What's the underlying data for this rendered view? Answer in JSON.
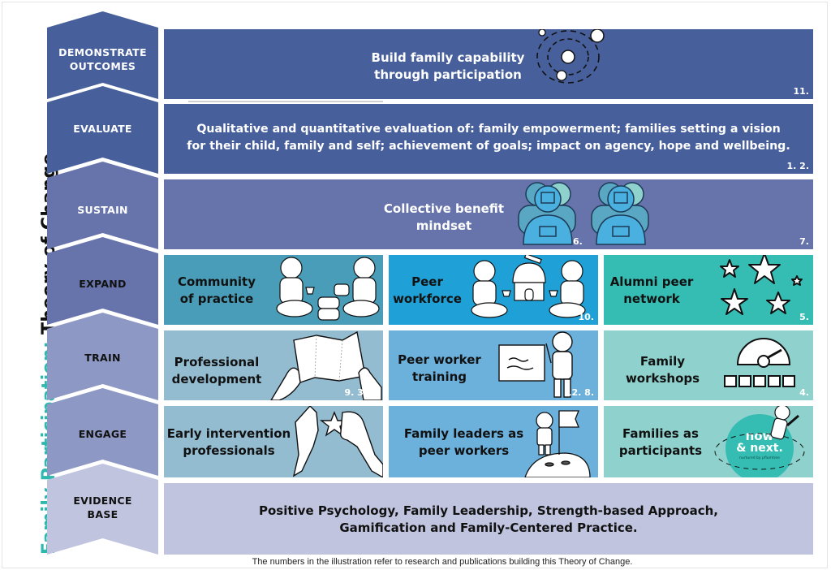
{
  "vertical_title": {
    "part1": "Family Participation:",
    "part2": "Theory of Change"
  },
  "colors": {
    "title_accent": "#2fb8ad",
    "dark_navy": "#475f9b",
    "mid_purple": "#6674ab",
    "light_purple": "#8d98c4",
    "pale_purple": "#c0c4df",
    "teal_dark": "#4a9db8",
    "bright_blue": "#1fa0d6",
    "teal_green": "#35bdb3",
    "steel_blue": "#94bcd1",
    "sky_blue": "#6cb0dc",
    "mint": "#8fd2cd"
  },
  "stages": [
    {
      "id": "demonstrate-outcomes",
      "label_line1": "DEMONSTRATE",
      "label_line2": "OUTCOMES"
    },
    {
      "id": "evaluate",
      "label_line1": "EVALUATE",
      "label_line2": ""
    },
    {
      "id": "sustain",
      "label_line1": "SUSTAIN",
      "label_line2": ""
    },
    {
      "id": "expand",
      "label_line1": "EXPAND",
      "label_line2": ""
    },
    {
      "id": "train",
      "label_line1": "TRAIN",
      "label_line2": ""
    },
    {
      "id": "engage",
      "label_line1": "ENGAGE",
      "label_line2": ""
    },
    {
      "id": "evidence-base",
      "label_line1": "EVIDENCE",
      "label_line2": "BASE"
    }
  ],
  "panels": {
    "demonstrate": {
      "line1": "Build family capability",
      "line2": "through participation",
      "ref": "11.",
      "icon": "solar-system-icon"
    },
    "evaluate": {
      "line1": "Qualitative and quantitative evaluation of: family empowerment; families setting a vision",
      "line2": "for their child, family and self; achievement of goals; impact on agency, hope and wellbeing.",
      "ref": "1. 2."
    },
    "sustain": {
      "line1": "Collective benefit",
      "line2": "mindset",
      "ref_a": "6.",
      "ref_b": "7.",
      "icon": "astronaut-group-icon"
    },
    "expand": [
      {
        "line1": "Community",
        "line2": "of practice",
        "ref": "",
        "icon": "astronauts-sharing-icon"
      },
      {
        "line1": "Peer",
        "line2": "workforce",
        "ref": "10.",
        "icon": "astronauts-observatory-icon"
      },
      {
        "line1": "Alumni peer",
        "line2": "network",
        "ref": "5.",
        "icon": "stars-icon"
      }
    ],
    "train": [
      {
        "line1": "Professional",
        "line2": "development",
        "ref": "9. 3.",
        "icon": "map-hands-icon"
      },
      {
        "line1": "Peer worker",
        "line2": "training",
        "ref": "12. 8.",
        "icon": "astronaut-whiteboard-icon"
      },
      {
        "line1": "Family",
        "line2": "workshops",
        "ref": "4.",
        "icon": "gauge-icon"
      }
    ],
    "engage": [
      {
        "line1": "Early intervention",
        "line2": "professionals",
        "ref": "",
        "icon": "hands-star-icon"
      },
      {
        "line1": "Family leaders as",
        "line2": "peer workers",
        "ref": "",
        "icon": "astronaut-flag-icon"
      },
      {
        "line1": "Families as",
        "line2": "participants",
        "ref": "",
        "icon": "now-next-logo"
      }
    ],
    "evidence": {
      "line1": "Positive Psychology, Family Leadership, Strength-based Approach,",
      "line2": "Gamification and Family-Centered Practice."
    }
  },
  "logo": {
    "line1": "now",
    "line2": "& next.",
    "tagline": "nurtured by pflumtree"
  },
  "footnote": "The numbers in the illustration refer to research and publications building this Theory of Change."
}
